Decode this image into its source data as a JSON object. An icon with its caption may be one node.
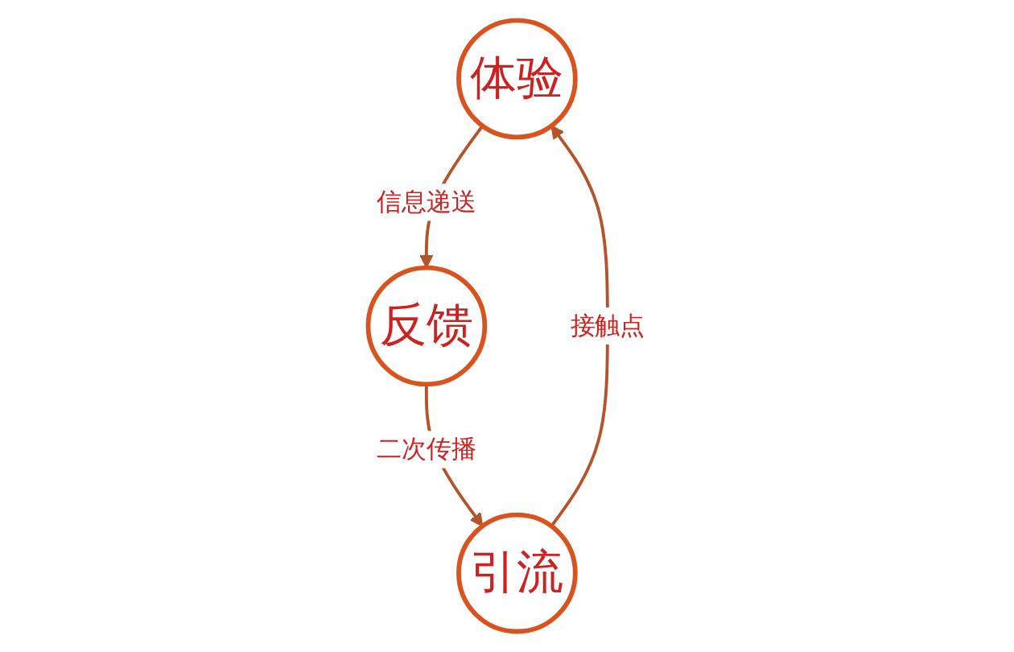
{
  "diagram": {
    "nodes": [
      {
        "text": [
          "体验"
        ]
      },
      {
        "text": [
          "反馈"
        ]
      },
      {
        "text": [
          "引流"
        ]
      }
    ],
    "edges": [
      {
        "from": 0,
        "to": 1,
        "arrow": "to",
        "label": "信息递送"
      },
      {
        "from": 1,
        "to": 2,
        "arrow": "to",
        "label": "二次传播"
      },
      {
        "from": 2,
        "to": 0,
        "arrow": "to",
        "label": "接触点"
      }
    ]
  }
}
